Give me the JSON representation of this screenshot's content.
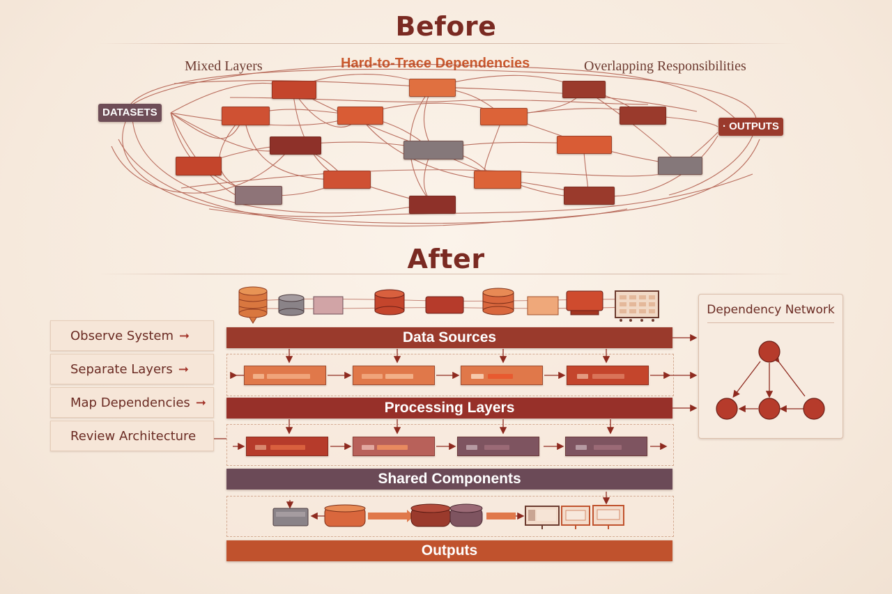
{
  "before": {
    "title": "Before",
    "captions": {
      "left": "Mixed Layers",
      "center": "Hard-to-Trace Dependencies",
      "right": "Overlapping Responsibilities"
    },
    "datasets_label": "DATASETS",
    "outputs_label": "· OUTPUTS"
  },
  "after": {
    "title": "After",
    "bands": {
      "data_sources": "Data Sources",
      "processing_layers": "Processing Layers",
      "shared_components": "Shared Components",
      "outputs": "Outputs"
    },
    "steps": [
      {
        "label": "Observe System",
        "arrow": "➞"
      },
      {
        "label": "Separate Layers",
        "arrow": "➞"
      },
      {
        "label": "Map Dependencies",
        "arrow": "➞"
      },
      {
        "label": "Review Architecture",
        "arrow": ""
      }
    ],
    "dependency_network": {
      "title": "Dependency Network"
    }
  },
  "colors": {
    "title": "#7a2a22",
    "data_sources_band": "#9a3a2c",
    "processing_band": "#973029",
    "shared_band": "#6b4a57",
    "outputs_band": "#c0522d",
    "accent_orange": "#d9673d",
    "muted_gray": "#8a7a7a"
  }
}
